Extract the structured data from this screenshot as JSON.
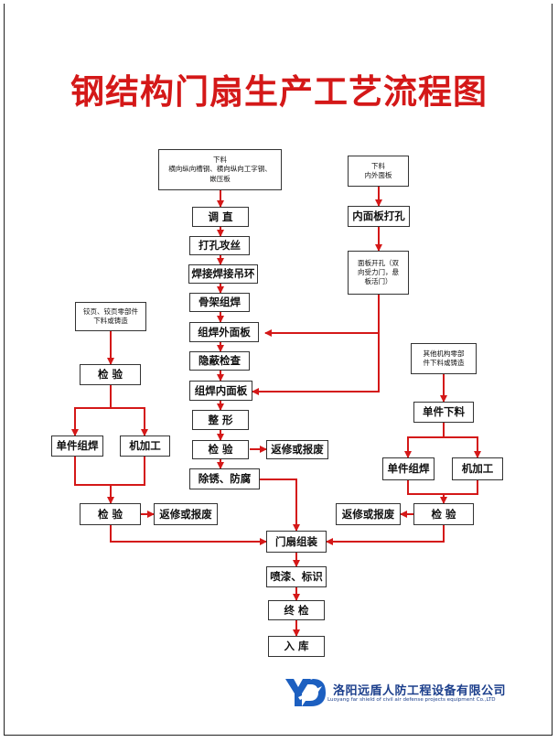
{
  "title": "钢结构门扇生产工艺流程图",
  "boxes": {
    "material_main": "下料\n横向纵向槽钢、横向纵向工字钢、\n嵌压板",
    "material_panel": "下料\n内外面板",
    "tune": "调 直",
    "tap": "打孔攻丝",
    "weld_lift": "焊接焊接吊环",
    "frame_weld": "骨架组焊",
    "weld_outer": "组焊外面板",
    "hidden_check": "隐蔽检查",
    "weld_inner": "组焊内面板",
    "shape": "整 形",
    "inspect_center": "检 验",
    "rework_center": "返修或报废",
    "derust": "除锈、防腐",
    "inner_drill": "内面板打孔",
    "panel_hole": "面板开孔（双\n向受力门，悬\n板活门）",
    "hinge_parts": "铰页、铰页零部件\n下料或铸造",
    "inspect_left1": "检 验",
    "single_weld_left": "单件组焊",
    "machining_left": "机加工",
    "inspect_left2": "检 验",
    "rework_left": "返修或报废",
    "other_parts": "其他机构零部\n件下料或铸造",
    "single_cut_right": "单件下料",
    "single_weld_right": "单件组焊",
    "machining_right": "机加工",
    "inspect_right": "检 验",
    "rework_right": "返修或报废",
    "door_assembly": "门扇组装",
    "paint_mark": "喷漆、标识",
    "final_check": "终 检",
    "warehouse": "入 库"
  },
  "company": {
    "logo_text": "YD",
    "name_cn": "洛阳远盾人防工程设备有限公司",
    "name_en": "Luoyang far shield of civil air defense projects equipment Co.,LTD"
  },
  "colors": {
    "title": "#d41818",
    "arrow": "#d41818",
    "company": "#1c3f8c"
  }
}
